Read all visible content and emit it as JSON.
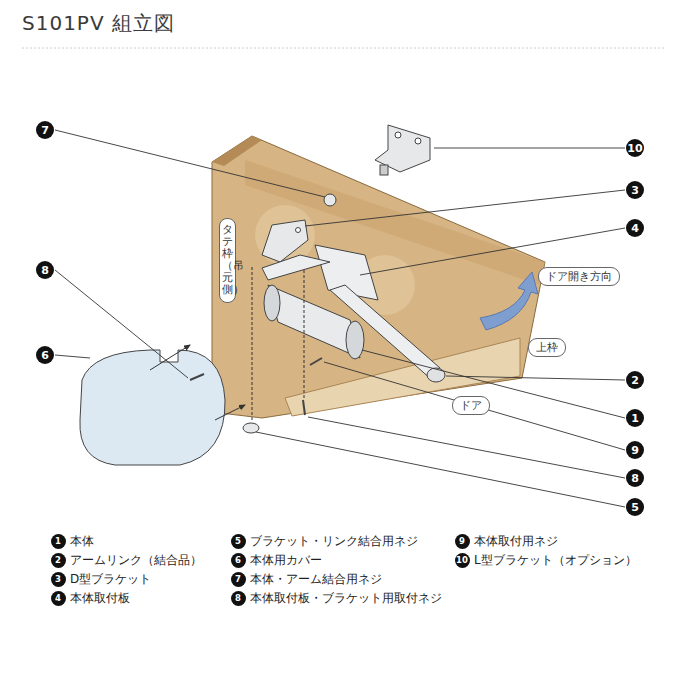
{
  "diagram": {
    "title": "S101PV 組立図",
    "nodes": [
      {
        "text": [
          "タテ枠（吊元側）"
        ]
      },
      {
        "text": [
          "ドア開き方向"
        ]
      },
      {
        "text": [
          "上枠"
        ]
      },
      {
        "text": [
          "ドア"
        ]
      }
    ],
    "labels": [
      "7",
      "8",
      "6",
      "10",
      "3",
      "4",
      "2",
      "1",
      "9",
      "8",
      "5",
      "1",
      "本体",
      "2",
      "アームリンク（結合品）",
      "3",
      "D型ブラケット",
      "4",
      "本体取付板",
      "5",
      "ブラケット・リンク結合用ネジ",
      "6",
      "本体用カバー",
      "7",
      "本体・アーム結合用ネジ",
      "8",
      "本体取付板・ブラケット用取付ネジ",
      "9",
      "本体取付用ネジ",
      "10",
      "L型ブラケット（オプション）"
    ]
  }
}
